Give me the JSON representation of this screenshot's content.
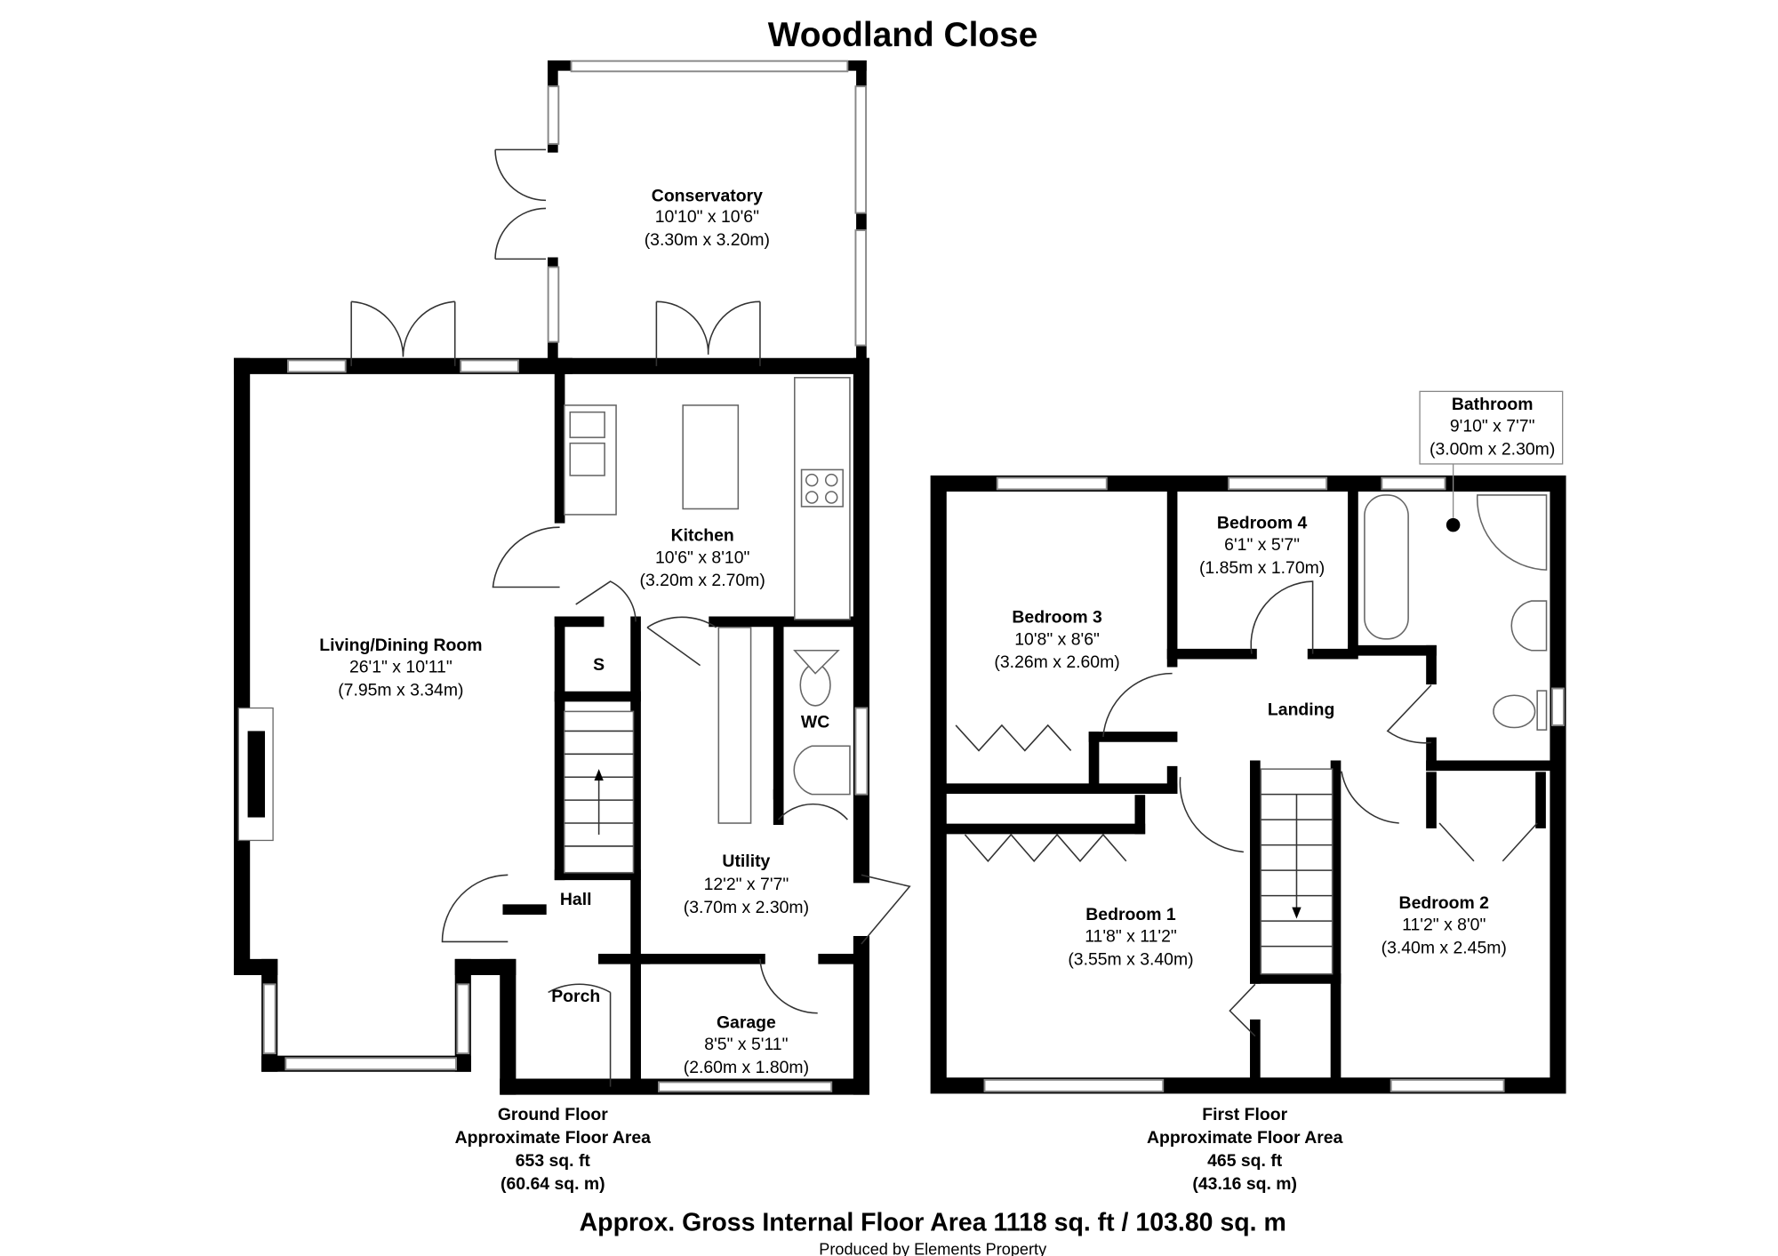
{
  "title": "Woodland Close",
  "ground_floor": {
    "rooms": [
      {
        "name": "Conservatory",
        "imperial": "10'10\" x 10'6\"",
        "metric": "(3.30m x 3.20m)"
      },
      {
        "name": "Kitchen",
        "imperial": "10'6\" x 8'10\"",
        "metric": "(3.20m x 2.70m)"
      },
      {
        "name": "Living/Dining Room",
        "imperial": "26'1\" x 10'11\"",
        "metric": "(7.95m x 3.34m)"
      },
      {
        "name": "S"
      },
      {
        "name": "WC"
      },
      {
        "name": "Utility",
        "imperial": "12'2\" x 7'7\"",
        "metric": "(3.70m x 2.30m)"
      },
      {
        "name": "Hall"
      },
      {
        "name": "Porch"
      },
      {
        "name": "Garage",
        "imperial": "8'5\" x 5'11\"",
        "metric": "(2.60m x 1.80m)"
      }
    ],
    "area_label": "Ground Floor",
    "area_sub": "Approximate Floor Area",
    "area_sqft": "653 sq. ft",
    "area_sqm": "(60.64 sq. m)"
  },
  "first_floor": {
    "rooms": [
      {
        "name": "Bathroom",
        "imperial": "9'10\" x 7'7\"",
        "metric": "(3.00m x 2.30m)"
      },
      {
        "name": "Bedroom 4",
        "imperial": "6'1\" x 5'7\"",
        "metric": "(1.85m x 1.70m)"
      },
      {
        "name": "Bedroom 3",
        "imperial": "10'8\" x 8'6\"",
        "metric": "(3.26m x 2.60m)"
      },
      {
        "name": "Landing"
      },
      {
        "name": "Bedroom 1",
        "imperial": "11'8\" x 11'2\"",
        "metric": "(3.55m x 3.40m)"
      },
      {
        "name": "Bedroom 2",
        "imperial": "11'2\" x 8'0\"",
        "metric": "(3.40m x 2.45m)"
      }
    ],
    "area_label": "First Floor",
    "area_sub": "Approximate Floor Area",
    "area_sqft": "465 sq. ft",
    "area_sqm": "(43.16 sq. m)"
  },
  "gross_area": "Approx. Gross Internal Floor Area 1118 sq. ft / 103.80 sq. m",
  "credit": "Produced by Elements Property"
}
